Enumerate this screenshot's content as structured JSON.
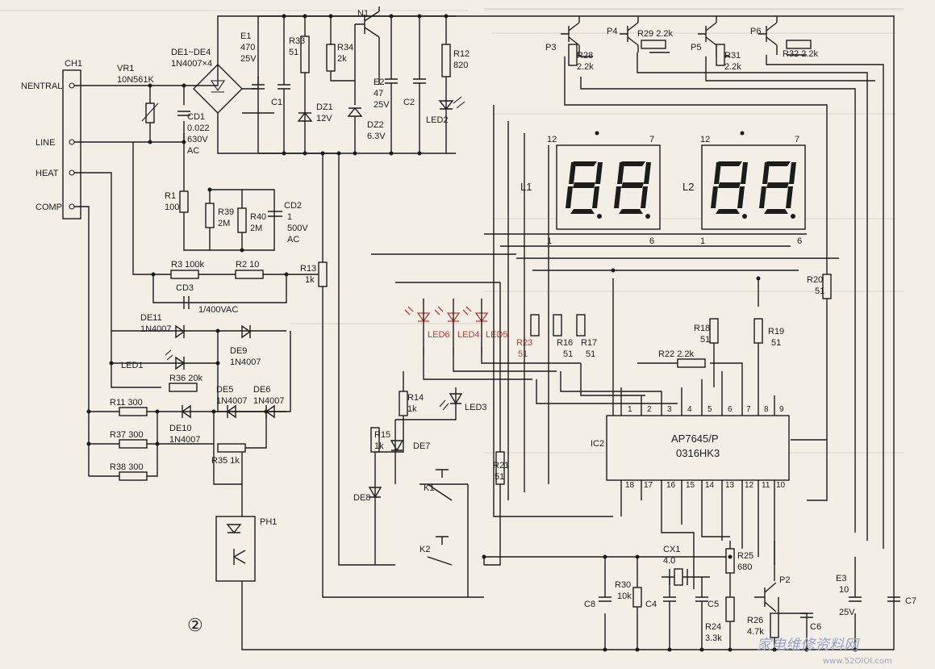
{
  "connector": {
    "ref": "CH1",
    "pins": [
      "NENTRAL",
      "LINE",
      "HEAT",
      "COMP"
    ]
  },
  "varistor": [
    "VR1",
    "10N561K"
  ],
  "cd1": [
    "CD1",
    "0.022",
    "630V",
    "AC"
  ],
  "bridge": [
    "DE1~DE4",
    "1N4007×4"
  ],
  "e1": [
    "E1",
    "470",
    "25V"
  ],
  "c1": "C1",
  "r33": [
    "R33",
    "51"
  ],
  "r34": [
    "R34",
    "2k"
  ],
  "n1": "N1",
  "e2": [
    "E2",
    "47",
    "25V"
  ],
  "c2": "C2",
  "r12": [
    "R12",
    "820"
  ],
  "dz1": [
    "DZ1",
    "12V"
  ],
  "dz2": [
    "DZ2",
    "6.3V"
  ],
  "led2": "LED2",
  "r1": [
    "R1",
    "100"
  ],
  "r39": [
    "R39",
    "2M"
  ],
  "r40": [
    "R40",
    "2M"
  ],
  "cd2": [
    "CD2",
    "1",
    "500V",
    "AC"
  ],
  "r3": "R3 100k",
  "r2": "R2 10",
  "cd3": [
    "CD3",
    "1/400VAC"
  ],
  "r13": [
    "R13",
    "1k"
  ],
  "de11": [
    "DE11",
    "1N4007"
  ],
  "de9": [
    "DE9",
    "1N4007"
  ],
  "led1": "LED1",
  "r36": "R36 20k",
  "de5": [
    "DE5",
    "1N4007"
  ],
  "de6": [
    "DE6",
    "1N4007"
  ],
  "de10": [
    "DE10",
    "1N4007"
  ],
  "r11": "R11 300",
  "r37": "R37 300",
  "r38": "R38 300",
  "r35": "R35 1k",
  "ph1": "PH1",
  "figure_number": "②",
  "leds_red": [
    "LED6",
    "LED4",
    "LED5"
  ],
  "r23": [
    "R23",
    "51"
  ],
  "r14": [
    "R14",
    "1k"
  ],
  "led3": "LED3",
  "r15": [
    "R15",
    "1k"
  ],
  "de7": "DE7",
  "de8": "DE8",
  "k1": "K1",
  "k2": "K2",
  "r21": [
    "R21",
    "51"
  ],
  "r16": [
    "R16",
    "51"
  ],
  "r17": [
    "R17",
    "51"
  ],
  "r22": "R22 2.2k",
  "r18": [
    "R18",
    "51"
  ],
  "r19": [
    "R19",
    "51"
  ],
  "r20": [
    "R20",
    "51"
  ],
  "ic2": {
    "ref": "IC2",
    "part": "AP7645/P",
    "code": "0316HK3",
    "top_pins": [
      "1",
      "2",
      "3",
      "4",
      "5",
      "6",
      "7",
      "8",
      "9"
    ],
    "bottom_pins": [
      "18",
      "17",
      "16",
      "15",
      "14",
      "13",
      "12",
      "11",
      "10"
    ]
  },
  "displays": [
    {
      "ref": "L1",
      "pin_top_left": "12",
      "pin_top_right": "7",
      "pin_bot_left": "1",
      "pin_bot_right": "6"
    },
    {
      "ref": "L2",
      "pin_top_left": "12",
      "pin_top_right": "7",
      "pin_bot_left": "1",
      "pin_bot_right": "6"
    }
  ],
  "transistors_top": [
    {
      "ref": "P3",
      "res": [
        "R28",
        "2.2k"
      ]
    },
    {
      "ref": "P4",
      "res": [
        "R29 2.2k"
      ]
    },
    {
      "ref": "P5",
      "res": [
        "R31",
        "2.2k"
      ]
    },
    {
      "ref": "P6",
      "res": [
        "R32 2.2k"
      ]
    }
  ],
  "cx1": [
    "CX1",
    "4.0"
  ],
  "r25": [
    "R25",
    "680"
  ],
  "p2": "P2",
  "r30": [
    "R30",
    "10k"
  ],
  "c8": "C8",
  "c4": "C4",
  "c5": "C5",
  "r24": [
    "R24",
    "3.3k"
  ],
  "r26": [
    "R26",
    "4.7k"
  ],
  "c6": "C6",
  "e3": [
    "E3",
    "10",
    "25V"
  ],
  "c7": "C7",
  "watermark": {
    "text": "家电维修资料网",
    "url": "www.52OIOI.com"
  },
  "colors": {
    "paper": "#f3efe7",
    "ink": "#1c1c1c",
    "led_red": "#c8372d",
    "watermark": "#9aa3c9"
  }
}
